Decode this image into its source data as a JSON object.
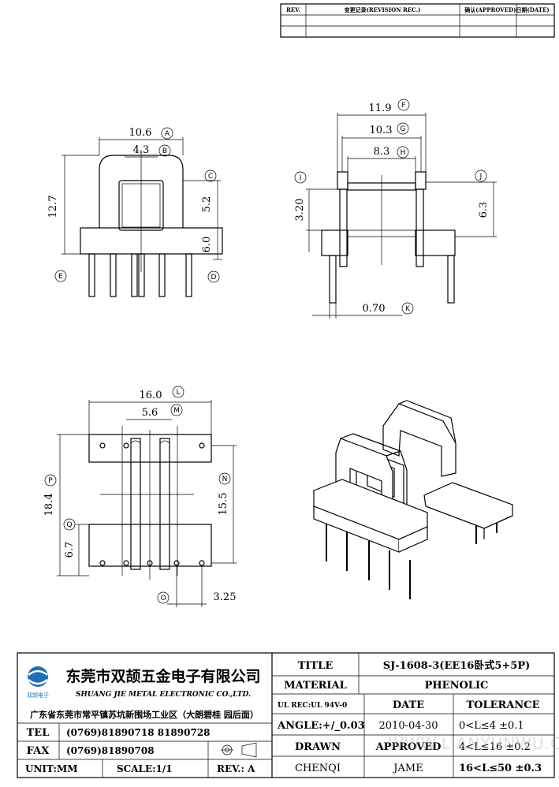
{
  "revision_table": {
    "rev": "REV.",
    "change_record": "变更记录(REVISION REC.)",
    "approve_date": "确认(APPROVED)日期(DATE)"
  },
  "dimensions": {
    "A": "10.6",
    "B": "4.3",
    "C": "5.2",
    "D": "6.0",
    "E": "12.7",
    "F": "11.9",
    "G": "10.3",
    "H": "8.3",
    "I": "3.20",
    "J": "6.3",
    "K": "0.70",
    "L": "16.0",
    "M": "5.6",
    "N": "15.5",
    "O": "3.25",
    "P": "18.4",
    "Q": "6.7"
  },
  "markers": [
    "A",
    "B",
    "C",
    "D",
    "E",
    "F",
    "G",
    "H",
    "I",
    "J",
    "K",
    "L",
    "M",
    "N",
    "O",
    "P",
    "Q"
  ],
  "title_block": {
    "company_cn": "东莞市双颉五金电子有限公司",
    "company_en": "SHUANG JIE METAL ELECTRONIC CO.,LTD.",
    "logo_text": "双颉电子",
    "address": "广东省东莞市常平镇苏坑新围场工业区（大朗碧桂 园后面）",
    "tel_label": "TEL",
    "tel_value": "(0769)81890718  81890728",
    "fax_label": "FAX",
    "fax_value": "(0769)81890708",
    "unit": "UNIT:MM",
    "scale": "SCALE:1/1",
    "rev": "REV.: A",
    "title_label": "TITLE",
    "title_value": "SJ-1608-3(EE16卧式5+5P)",
    "material_label": "MATERIAL",
    "material_value": "PHENOLIC",
    "ul_label": "UL REC:UL 94V-0",
    "date_label": "DATE",
    "tolerance_label": "TOLERANCE",
    "angle": "ANGLE:+/_0.03",
    "date_value": "2010-04-30",
    "tol1": "0<L≤4   ±0.1",
    "drawn_label": "DRAWN",
    "approved_label": "APPROVED",
    "tol2": "4<L≤16  ±0.2",
    "drawn_value": "CHENQI",
    "approved_value": "JAME",
    "tol3": "16<L≤50  ±0.3"
  },
  "watermark": "WWW.LIANYUNWU.COM"
}
